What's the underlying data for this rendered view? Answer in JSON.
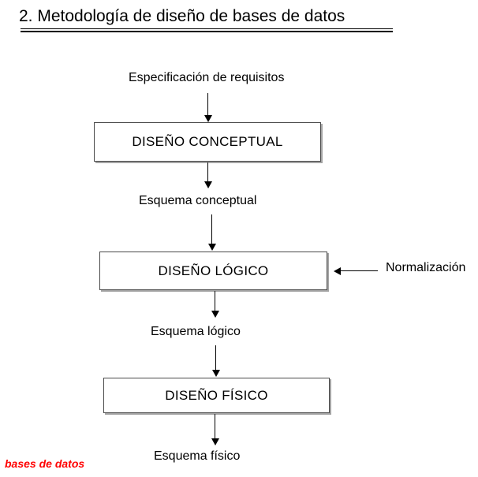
{
  "slide": {
    "title": "2. Metodología de diseño de bases de datos",
    "footer_note": "bases de datos",
    "footer_color": "#ff0000",
    "background_color": "#ffffff",
    "line_color": "#000000",
    "box_border_color": "#4a4a4a"
  },
  "diagram": {
    "type": "flowchart",
    "orientation": "top-to-bottom",
    "labels": {
      "input_requirements": "Especificación de requisitos",
      "schema_conceptual": "Esquema conceptual",
      "schema_logical": "Esquema lógico",
      "schema_physical": "Esquema físico",
      "side_input_normalization": "Normalización"
    },
    "boxes": [
      {
        "id": "conceptual",
        "label": "DISEÑO CONCEPTUAL"
      },
      {
        "id": "logico",
        "label": "DISEÑO LÓGICO"
      },
      {
        "id": "fisico",
        "label": "DISEÑO FÍSICO"
      }
    ],
    "sequence": [
      "Especificación de requisitos",
      "DISEÑO CONCEPTUAL",
      "Esquema conceptual",
      "DISEÑO LÓGICO",
      "Esquema lógico",
      "DISEÑO FÍSICO",
      "Esquema físico"
    ],
    "side_inputs": [
      {
        "target": "DISEÑO LÓGICO",
        "label": "Normalización",
        "direction": "right-to-left"
      }
    ]
  }
}
